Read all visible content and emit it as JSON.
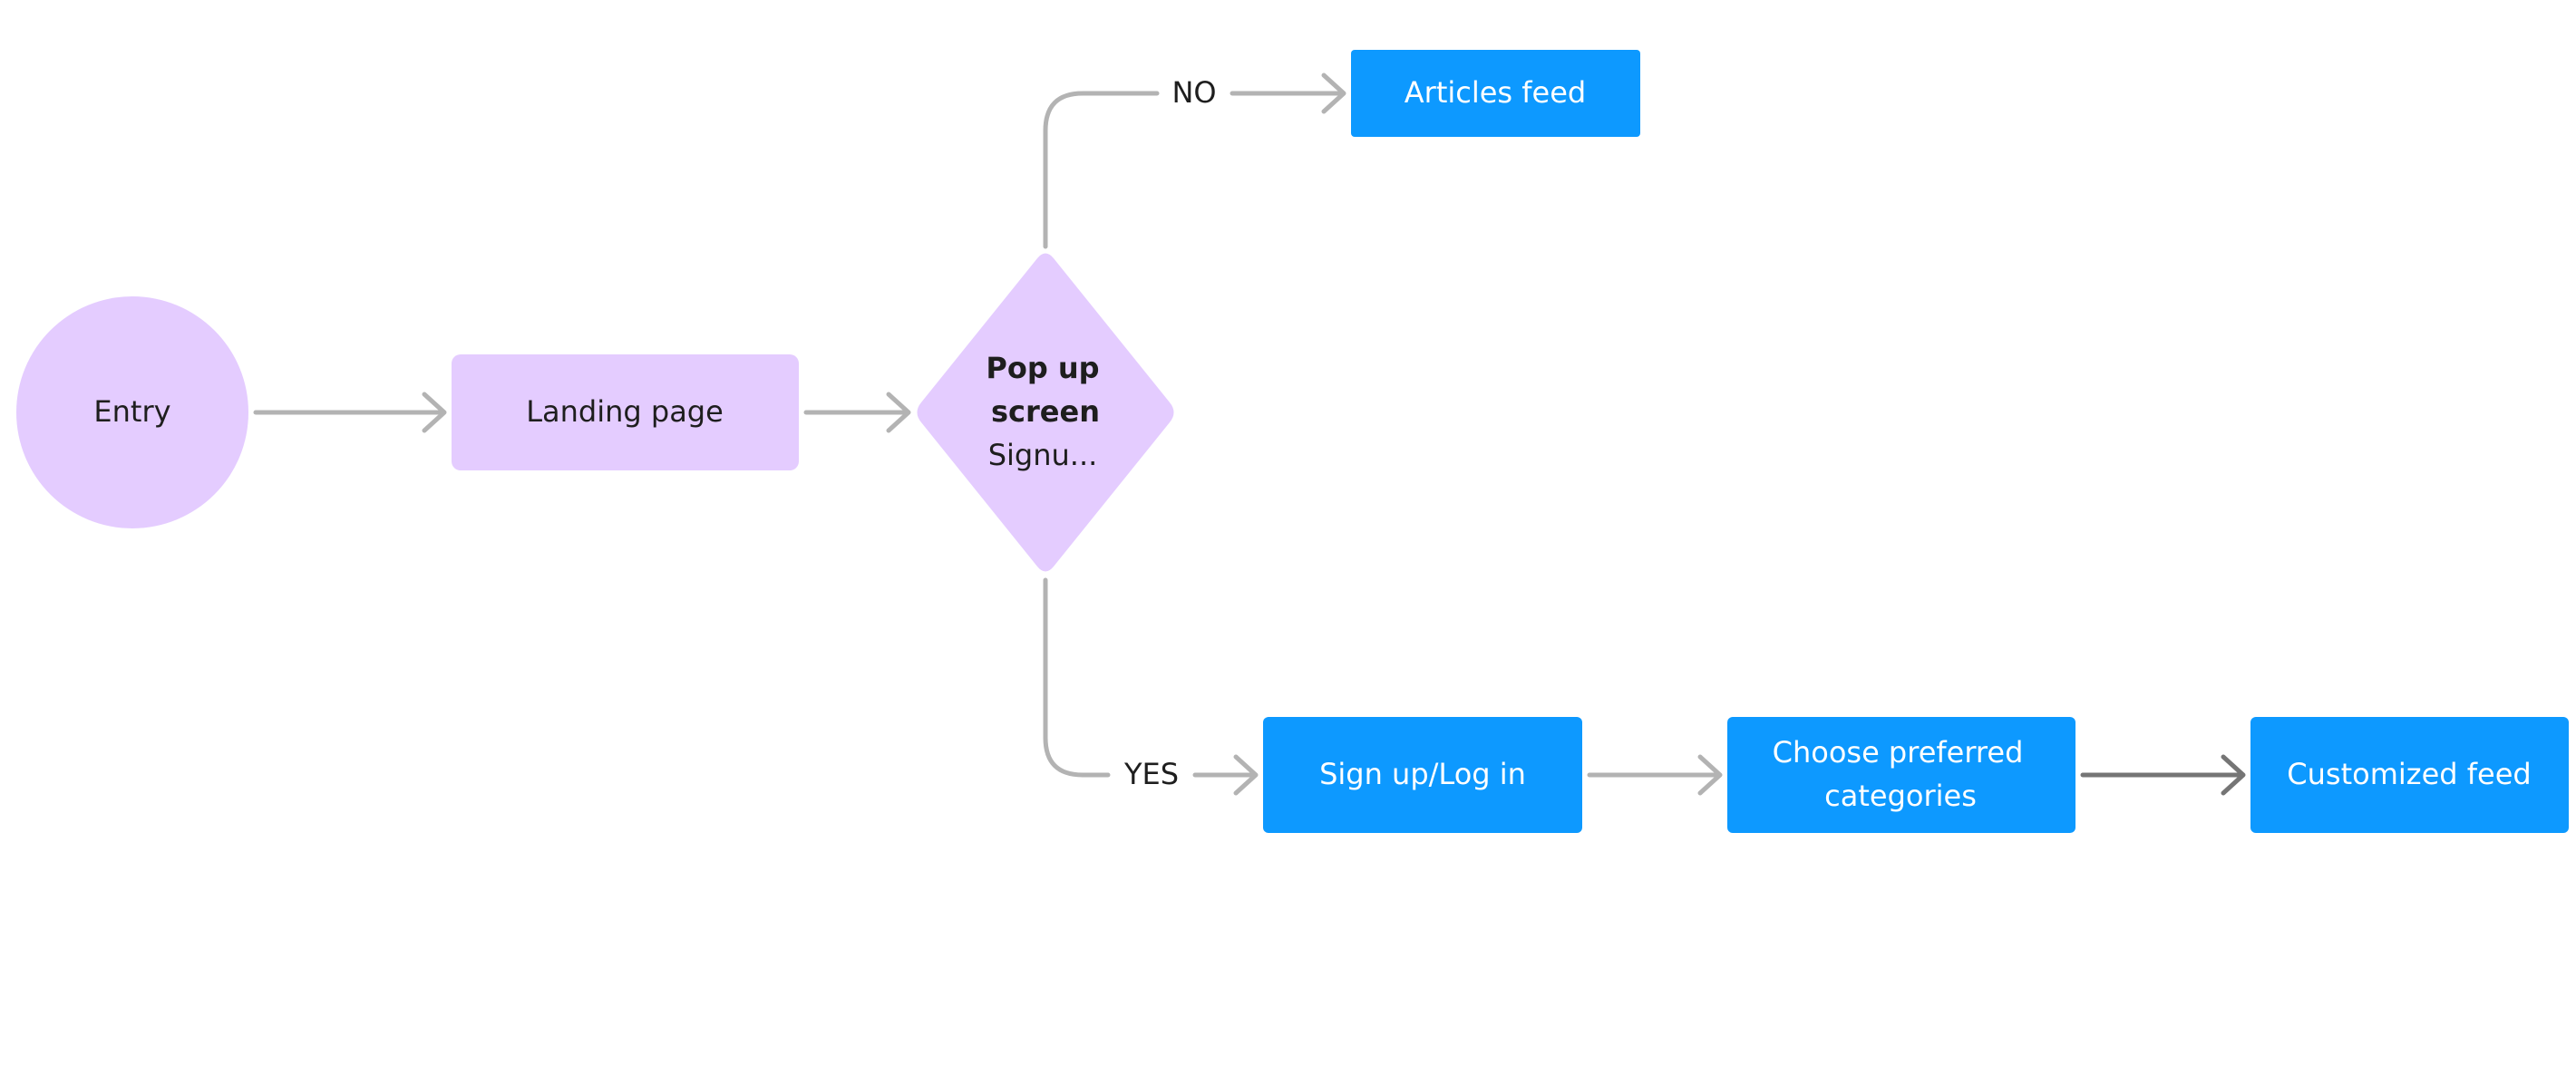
{
  "colors": {
    "purple_fill": "#e4ccff",
    "blue_fill": "#0d99ff",
    "connector_light": "#b3b3b3",
    "connector_dark": "#757575",
    "text_dark": "#1e1e1e",
    "text_light": "#ffffff"
  },
  "nodes": {
    "entry": {
      "shape": "circle",
      "label": "Entry"
    },
    "landing_page": {
      "shape": "rounded-rectangle",
      "label": "Landing page"
    },
    "popup": {
      "shape": "diamond",
      "title_line1": "Pop up",
      "title_line2": "screen",
      "subtitle": "Signu..."
    },
    "articles_feed": {
      "shape": "rectangle",
      "label": "Articles feed"
    },
    "sign_up": {
      "shape": "rectangle",
      "label": "Sign up/Log in"
    },
    "choose_categories": {
      "shape": "rectangle",
      "label_line1": "Choose preferred",
      "label_line2": "categories"
    },
    "customized_feed": {
      "shape": "rectangle",
      "label": "Customized feed"
    }
  },
  "edges": {
    "no_label": "NO",
    "yes_label": "YES"
  }
}
